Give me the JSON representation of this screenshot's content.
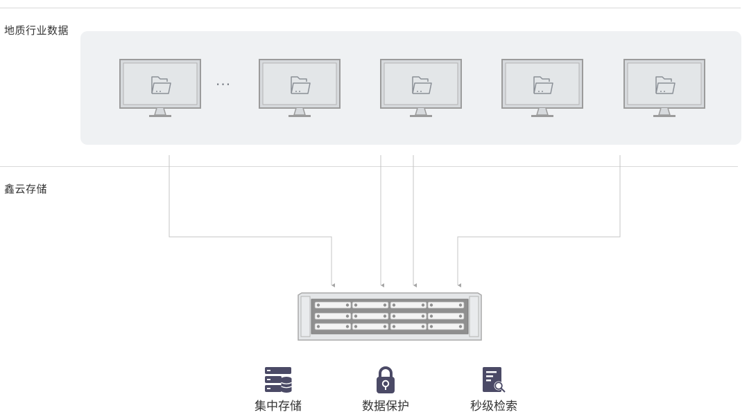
{
  "sections": {
    "top_label": "地质行业数据",
    "bottom_label": "鑫云存储"
  },
  "clients": {
    "ellipsis": "···",
    "icons": [
      "monitor-folder-icon",
      "monitor-folder-icon",
      "monitor-folder-icon",
      "monitor-folder-icon",
      "monitor-folder-icon"
    ]
  },
  "storage": {
    "icon": "rack-server-icon"
  },
  "features": [
    {
      "label": "集中存储",
      "icon": "centralized-storage-icon"
    },
    {
      "label": "数据保护",
      "icon": "lock-icon"
    },
    {
      "label": "秒级检索",
      "icon": "document-search-icon"
    }
  ],
  "colors": {
    "panel_bg": "#eff1f3",
    "line": "#bdbdbd",
    "icon_dark": "#4b4a66",
    "monitor_frame": "#9b9b9b",
    "monitor_screen": "#e3e6e8"
  }
}
